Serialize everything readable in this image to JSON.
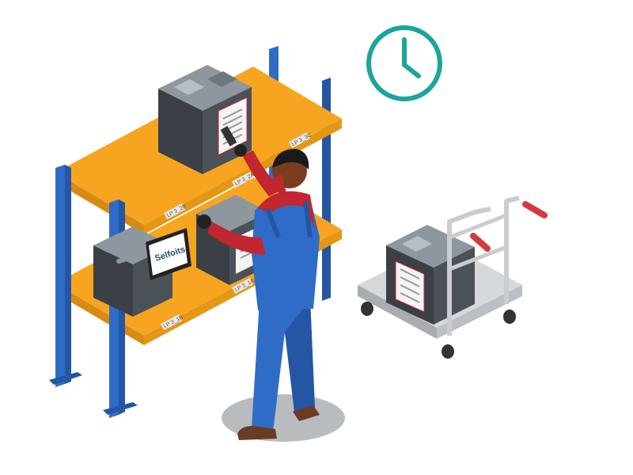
{
  "illustration": {
    "theme": "warehouse order picking",
    "colors": {
      "shelf": "#f7a520",
      "shelf_dark": "#d98a12",
      "rack": "#2f6cc7",
      "box": "#4a5158",
      "box_top": "#8e979e",
      "clock": "#1aa59d",
      "overalls": "#2f6cc7",
      "shirt": "#c2262e",
      "cart": "#c9cdd1",
      "handle": "#d63a3f"
    }
  },
  "tablet": {
    "brand_text": "Selfoits"
  },
  "shelf_labels": [
    "LP 3_3C",
    "LP 3_2B",
    "LP 3_2A",
    "LP 3_1B",
    "LP 3_1A"
  ]
}
